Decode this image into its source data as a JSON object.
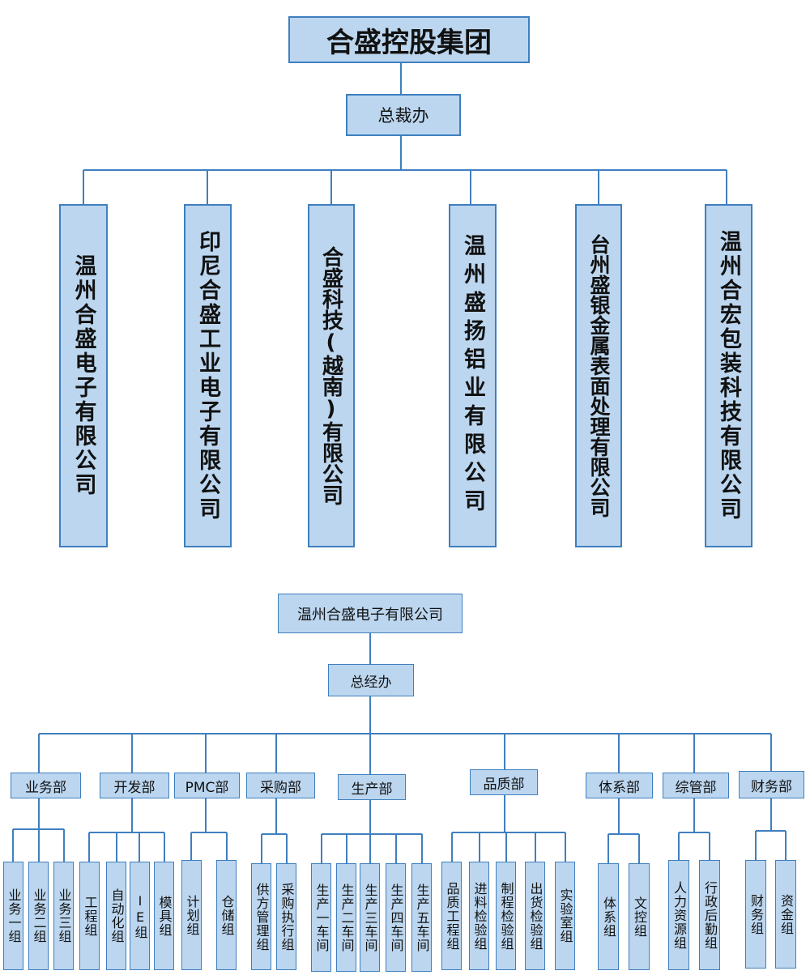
{
  "org1": {
    "root": "合盛控股集团",
    "office": "总裁办",
    "companies": [
      "温州合盛电子有限公司",
      "印尼合盛工业电子有限公司",
      "合盛科技(越南)有限公司",
      "温州盛扬铝业有限公司",
      "台州盛银金属表面处理有限公司",
      "温州合宏包装科技有限公司"
    ]
  },
  "org2": {
    "root": "温州合盛电子有限公司",
    "office": "总经办",
    "depts": [
      {
        "name": "业务部",
        "groups": [
          "业务一组",
          "业务二组",
          "业务三组"
        ]
      },
      {
        "name": "开发部",
        "groups": [
          "工程组",
          "自动化组",
          "IE组",
          "模具组"
        ]
      },
      {
        "name": "PMC部",
        "groups": [
          "计划组",
          "仓储组"
        ]
      },
      {
        "name": "采购部",
        "groups": [
          "供方管理组",
          "采购执行组"
        ]
      },
      {
        "name": "生产部",
        "groups": [
          "生产一车间",
          "生产二车间",
          "生产三车间",
          "生产四车间",
          "生产五车间"
        ]
      },
      {
        "name": "品质部",
        "groups": [
          "品质工程组",
          "进料检验组",
          "制程检验组",
          "出货检验组",
          "实验室组"
        ]
      },
      {
        "name": "体系部",
        "groups": [
          "体系组",
          "文控组"
        ]
      },
      {
        "name": "综管部",
        "groups": [
          "人力资源组",
          "行政后勤组"
        ]
      },
      {
        "name": "财务部",
        "groups": [
          "财务组",
          "资金组"
        ]
      }
    ]
  }
}
